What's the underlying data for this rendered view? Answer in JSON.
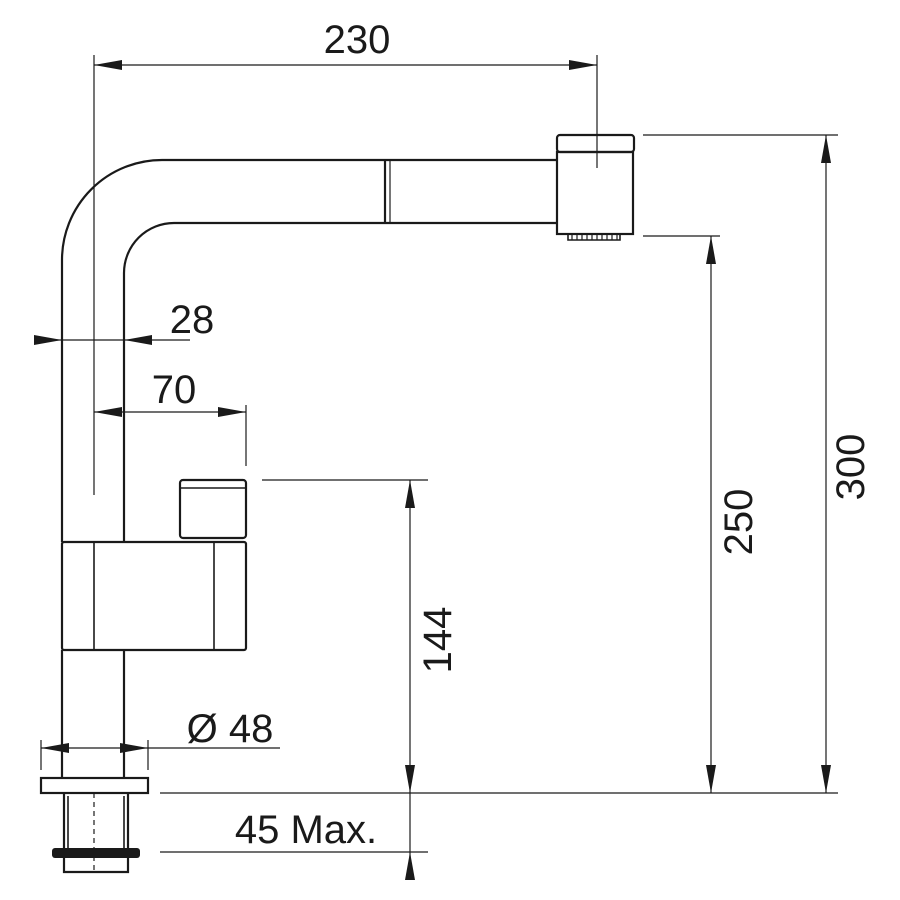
{
  "dimensions": {
    "spout_reach": "230",
    "total_height": "300",
    "spout_outlet_height": "250",
    "lever_height": "144",
    "tube_diameter": "28",
    "lever_offset": "70",
    "base_diameter": "Ø 48",
    "max_deck_thickness": "45 Max."
  }
}
